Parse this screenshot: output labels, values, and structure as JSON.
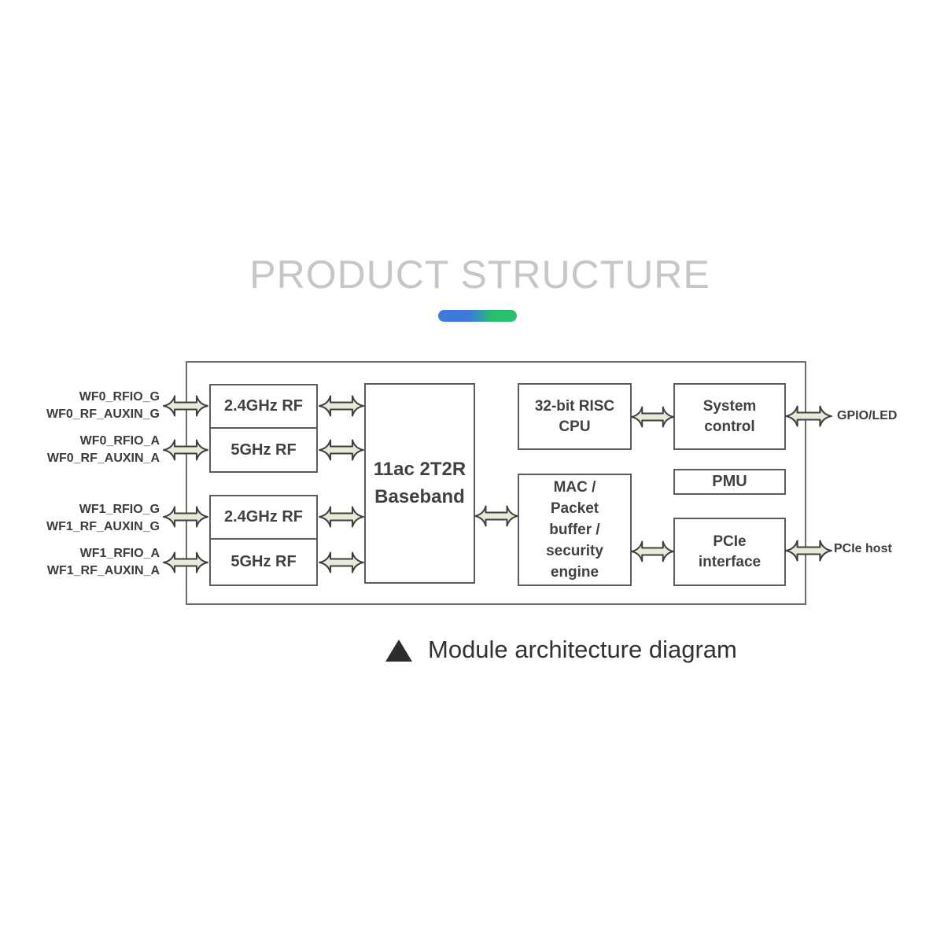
{
  "title": "PRODUCT STRUCTURE",
  "caption": "Module architecture diagram",
  "colors": {
    "title_gray": "#c6c6c6",
    "accent_blue": "#3e79de",
    "accent_green": "#27c06c",
    "arrow_fill": "#e9e9d8",
    "arrow_stroke": "#3f3f3f",
    "box_border": "#5c5c5c",
    "block_text": "#414141"
  },
  "diagram": {
    "left_ports": [
      "WF0_RFIO_G\nWF0_RF_AUXIN_G",
      "WF0_RFIO_A\nWF0_RF_AUXIN_A",
      "WF1_RFIO_G\nWF1_RF_AUXIN_G",
      "WF1_RFIO_A\nWF1_RF_AUXIN_A"
    ],
    "right_ports": [
      "GPIO/LED",
      "PCIe host"
    ],
    "blocks": {
      "rf_2g4_top": "2.4GHz RF",
      "rf_5g_top": "5GHz RF",
      "rf_2g4_bottom": "2.4GHz RF",
      "rf_5g_bottom": "5GHz RF",
      "baseband": "11ac 2T2R\nBaseband",
      "cpu": "32-bit RISC\nCPU",
      "system_control": "System\ncontrol",
      "pmu": "PMU",
      "mac_engine": "MAC /\nPacket\nbuffer /\nsecurity\nengine",
      "pcie_interface": "PCIe\ninterface"
    }
  }
}
